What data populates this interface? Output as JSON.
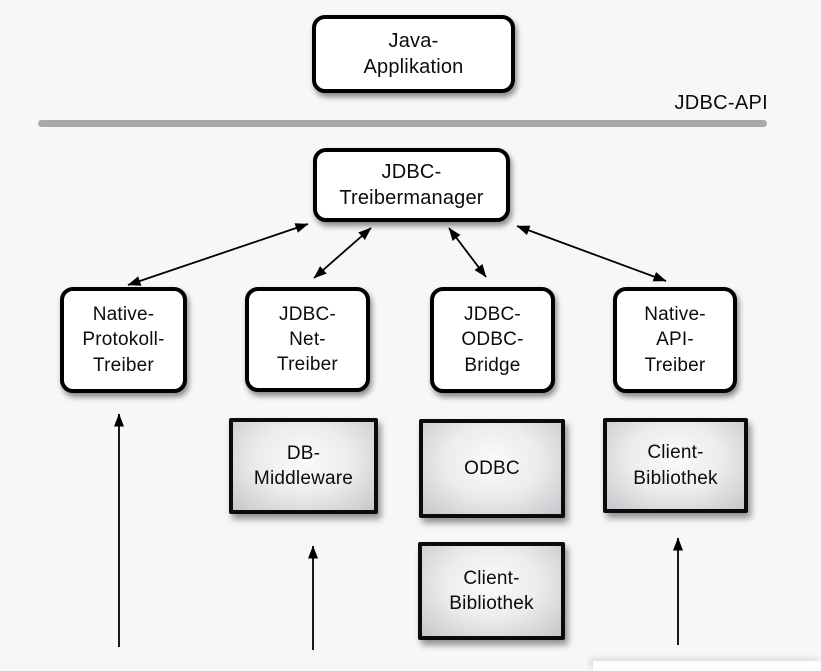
{
  "colors": {
    "background": "#f7f7f7",
    "node_fill": "#ffffff",
    "node_border": "#000000",
    "gray_fill_center": "#fbfbfb",
    "gray_fill_edge": "#c7c7cb",
    "divider": "#a9a9ad",
    "arrow": "#000000"
  },
  "api_layer": {
    "label": "JDBC-API"
  },
  "nodes": {
    "java_app": {
      "label": "Java-\nApplikation"
    },
    "treibermanager": {
      "label": "JDBC-\nTreibermanager"
    },
    "native_protokoll": {
      "label": "Native-\nProtokoll-\nTreiber"
    },
    "jdbc_net": {
      "label": "JDBC-\nNet-\nTreiber"
    },
    "jdbc_odbc": {
      "label": "JDBC-\nODBC-\nBridge"
    },
    "native_api": {
      "label": "Native-\nAPI-\nTreiber"
    },
    "db_middleware": {
      "label": "DB-\nMiddleware"
    },
    "odbc": {
      "label": "ODBC"
    },
    "client_bibliothek_mid": {
      "label": "Client-\nBibliothek"
    },
    "client_bibliothek_bottom": {
      "label": "Client-\nBibliothek"
    }
  },
  "connections": [
    {
      "from": "jdbc-treibermanager",
      "to": "native-protokoll-treiber",
      "type": "bidirectional"
    },
    {
      "from": "jdbc-treibermanager",
      "to": "jdbc-net-treiber",
      "type": "bidirectional"
    },
    {
      "from": "jdbc-treibermanager",
      "to": "jdbc-odbc-bridge",
      "type": "bidirectional"
    },
    {
      "from": "jdbc-treibermanager",
      "to": "native-api-treiber",
      "type": "bidirectional"
    },
    {
      "from": "bottom-edge",
      "to": "native-protokoll-treiber",
      "type": "up-arrow"
    },
    {
      "from": "bottom-edge",
      "to": "db-middleware",
      "type": "up-arrow"
    },
    {
      "from": "bottom-edge",
      "to": "client-bibliothek-mid",
      "type": "up-arrow"
    }
  ]
}
